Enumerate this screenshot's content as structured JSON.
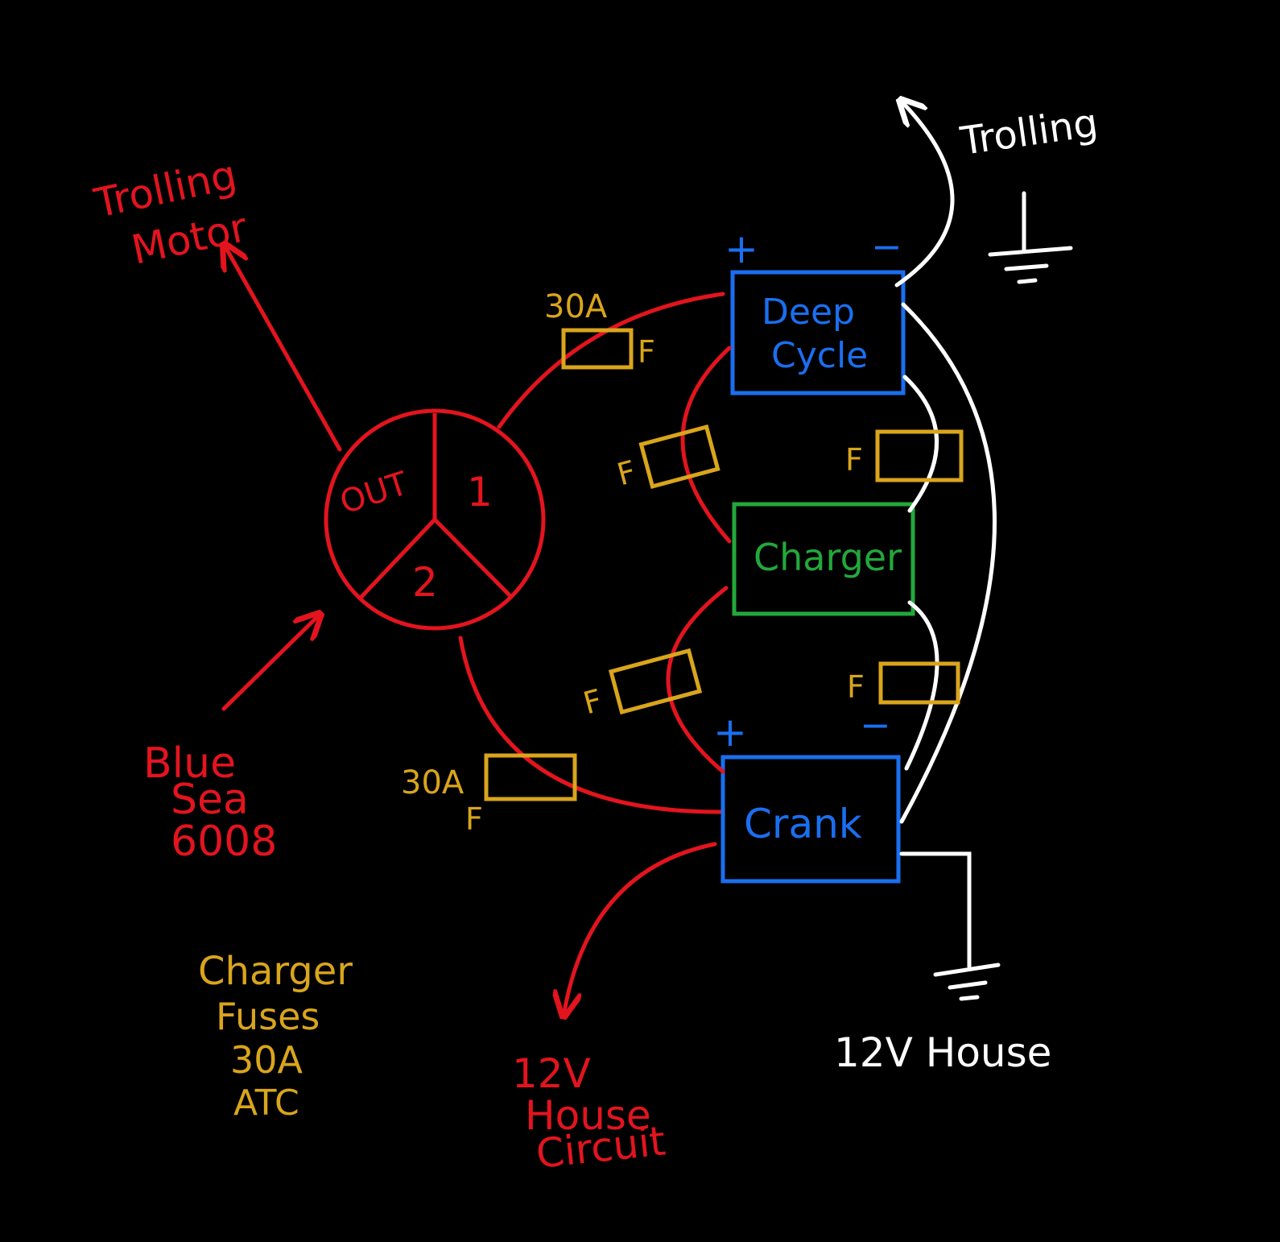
{
  "colors": {
    "background": "#000000",
    "positive_wire": "#e3141e",
    "negative_wire": "#ffffff",
    "fuse": "#d9a51c",
    "battery": "#1a6ff0",
    "charger": "#22a83a"
  },
  "switch": {
    "out": "OUT",
    "pos1": "1",
    "pos2": "2"
  },
  "labels": {
    "trolling_motor_1": "Trolling",
    "trolling_motor_2": "Motor",
    "trolling_neg": "Trolling",
    "blue_sea_1": "Blue",
    "blue_sea_2": "Sea",
    "blue_sea_3": "6008",
    "house_circuit_1": "12V",
    "house_circuit_2": "House",
    "house_circuit_3": "Circuit",
    "house_ground": "12V House",
    "charger_fuses_1": "Charger",
    "charger_fuses_2": "Fuses",
    "charger_fuses_3": "30A",
    "charger_fuses_4": "ATC"
  },
  "batteries": {
    "deep_cycle_1": "Deep",
    "deep_cycle_2": "Cycle",
    "crank": "Crank",
    "plus": "+",
    "minus": "−"
  },
  "charger": "Charger",
  "fuses": {
    "rating_top": "30A",
    "rating_bottom": "30A",
    "f": "F"
  },
  "icons": [
    "ground-symbol-icon",
    "arrow-icon"
  ]
}
